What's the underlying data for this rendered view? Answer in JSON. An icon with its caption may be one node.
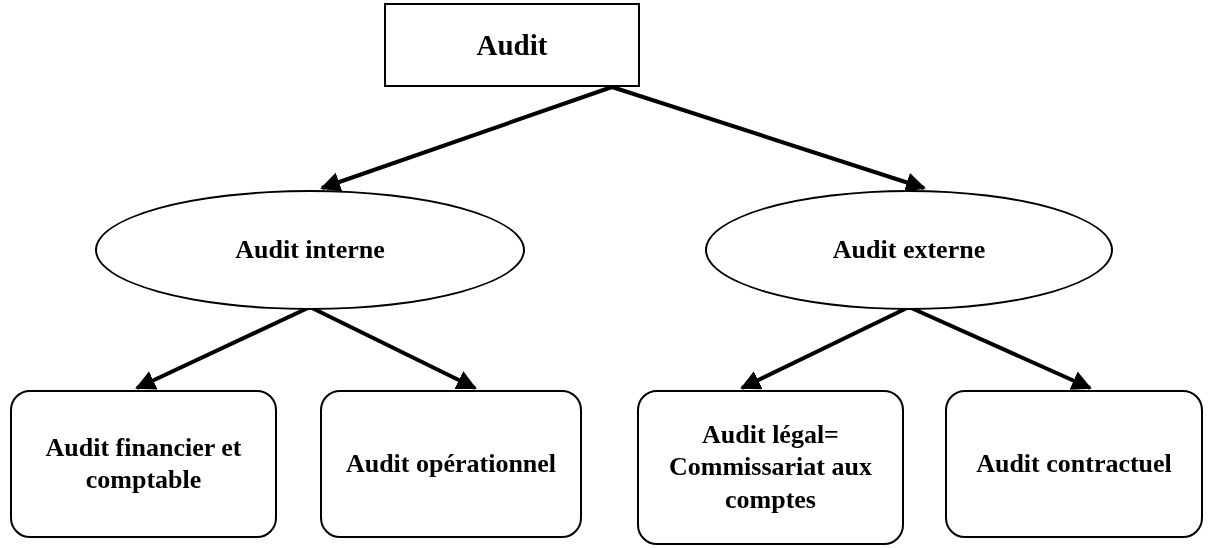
{
  "diagram": {
    "nodes": [
      {
        "text": [
          "Audit"
        ]
      },
      {
        "text": [
          "Audit interne"
        ]
      },
      {
        "text": [
          "Audit externe"
        ]
      },
      {
        "text": [
          "Audit financier et comptable"
        ]
      },
      {
        "text": [
          "Audit opérationnel"
        ]
      },
      {
        "text": [
          "Audit légal= Commissariat aux comptes"
        ]
      },
      {
        "text": [
          "Audit contractuel"
        ]
      }
    ],
    "edges": [
      {
        "from": 0,
        "to": 1,
        "arrow": "to"
      },
      {
        "from": 0,
        "to": 2,
        "arrow": "to"
      },
      {
        "from": 1,
        "to": 3,
        "arrow": "to"
      },
      {
        "from": 1,
        "to": 4,
        "arrow": "to"
      },
      {
        "from": 2,
        "to": 5,
        "arrow": "to"
      },
      {
        "from": 2,
        "to": 6,
        "arrow": "to"
      }
    ]
  }
}
